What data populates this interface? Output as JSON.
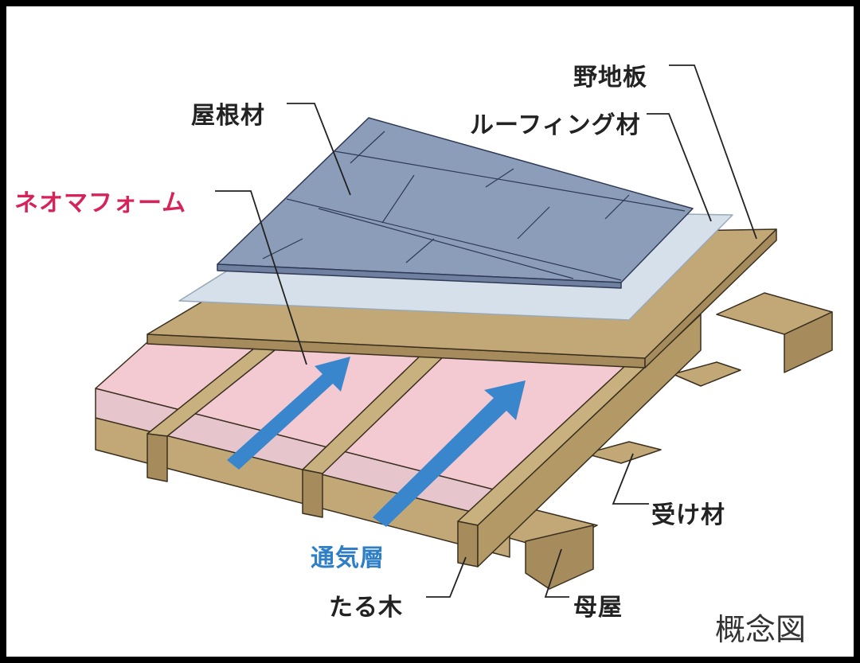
{
  "labels": {
    "noji_ita": "野地板",
    "yane_zai": "屋根材",
    "roofing_zai": "ルーフィング材",
    "neoma_foam": "ネオマフォーム",
    "tsuki_so": "通気層",
    "uke_zai": "受け材",
    "taruki": "たる木",
    "moya": "母屋"
  },
  "caption": "概念図",
  "colors": {
    "wood": "#c2a877",
    "wood_dark": "#a68c5c",
    "slate": "#8c9dba",
    "roofing": "#d5e0ea",
    "insulation": "#f3c9d2",
    "airflow": "#3a86cc",
    "foam_label": "#d6245a"
  }
}
